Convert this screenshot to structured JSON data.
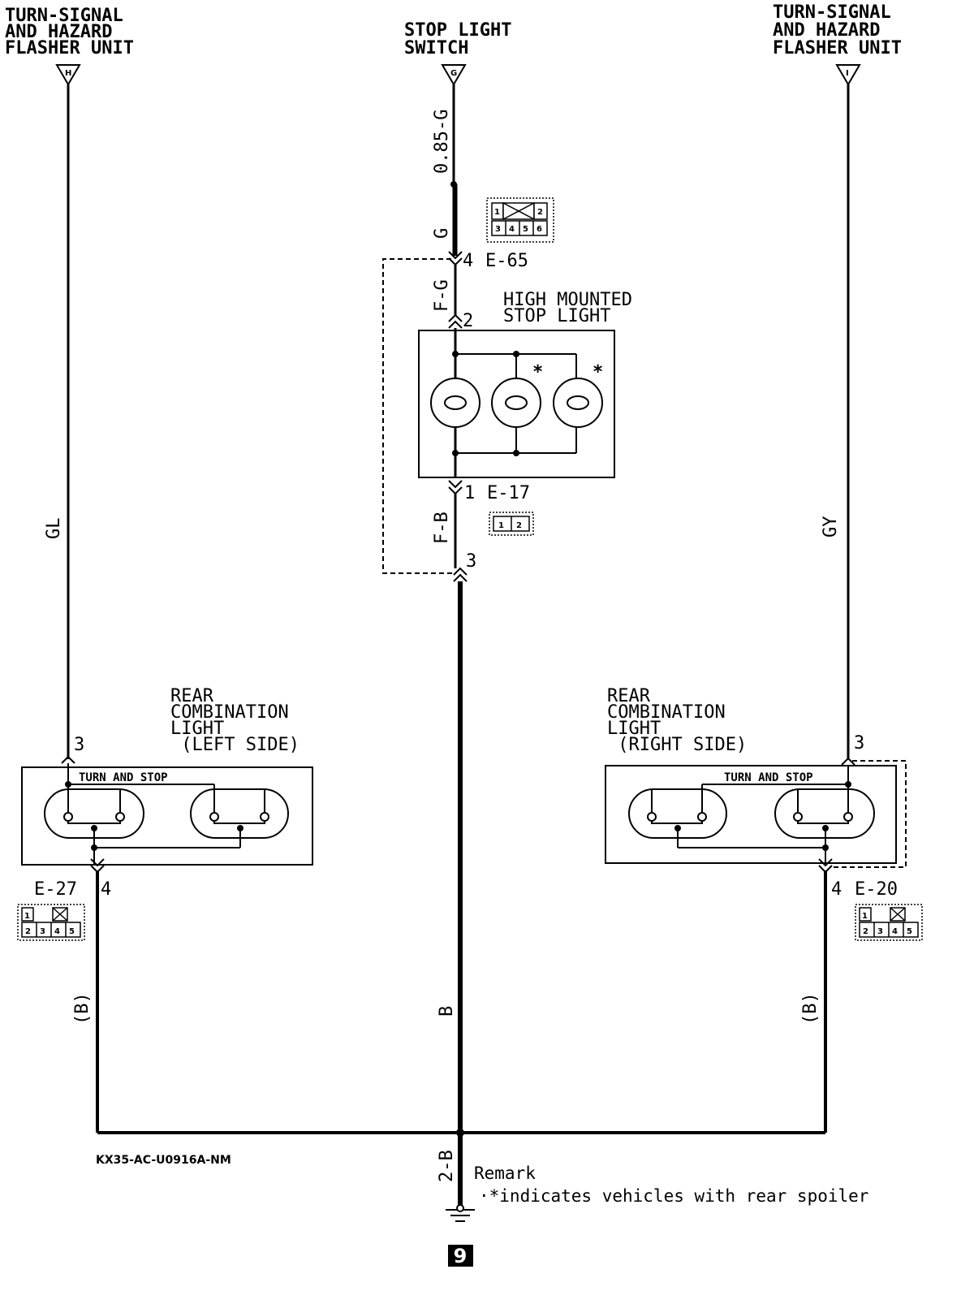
{
  "top_components": {
    "left_flasher": {
      "lines": [
        "TURN-SIGNAL",
        "AND HAZARD",
        "FLASHER UNIT"
      ],
      "terminal": "H"
    },
    "stop_switch": {
      "lines": [
        "STOP LIGHT",
        "SWITCH"
      ],
      "terminal": "G"
    },
    "right_flasher": {
      "lines": [
        "TURN-SIGNAL",
        "AND HAZARD",
        "FLASHER UNIT"
      ],
      "terminal": "I"
    }
  },
  "wires": {
    "stop_upper": "0.85-G",
    "stop_g": "G",
    "stop_fg": "F-G",
    "stop_fb": "F-B",
    "left_gl": "GL",
    "right_gy": "GY",
    "center_b": "B",
    "left_b": "(B)",
    "right_b": "(B)",
    "ground_wire": "2-B"
  },
  "connectors": {
    "e65": {
      "pin": "4",
      "name": "E-65",
      "pins": [
        "1",
        "2",
        "3",
        "4",
        "5",
        "6"
      ]
    },
    "hmsl_pin_top": "2",
    "e17": {
      "pin": "1",
      "name": "E-17",
      "pins": [
        "1",
        "2"
      ]
    },
    "join_pin": "3",
    "e27": {
      "pin": "4",
      "name": "E-27",
      "pins": [
        "1",
        "2",
        "3",
        "4",
        "5"
      ]
    },
    "e20": {
      "pin": "4",
      "name": "E-20",
      "pins": [
        "1",
        "2",
        "3",
        "4",
        "5"
      ]
    },
    "left_top_pin": "3",
    "right_top_pin": "3"
  },
  "components": {
    "hmsl": {
      "lines": [
        "HIGH MOUNTED",
        "STOP LIGHT"
      ],
      "star1": "*",
      "star2": "*"
    },
    "rear_left": {
      "lines": [
        "REAR",
        "COMBINATION",
        "LIGHT",
        " (LEFT SIDE)"
      ],
      "bulb_label": "TURN AND STOP"
    },
    "rear_right": {
      "lines": [
        "REAR",
        "COMBINATION",
        "LIGHT",
        " (RIGHT SIDE)"
      ],
      "bulb_label": "TURN AND STOP"
    }
  },
  "diagram_code": "KX35-AC-U0916A-NM",
  "remark": {
    "title": "Remark",
    "text": "·*indicates vehicles with rear spoiler"
  },
  "ground_number": "9"
}
